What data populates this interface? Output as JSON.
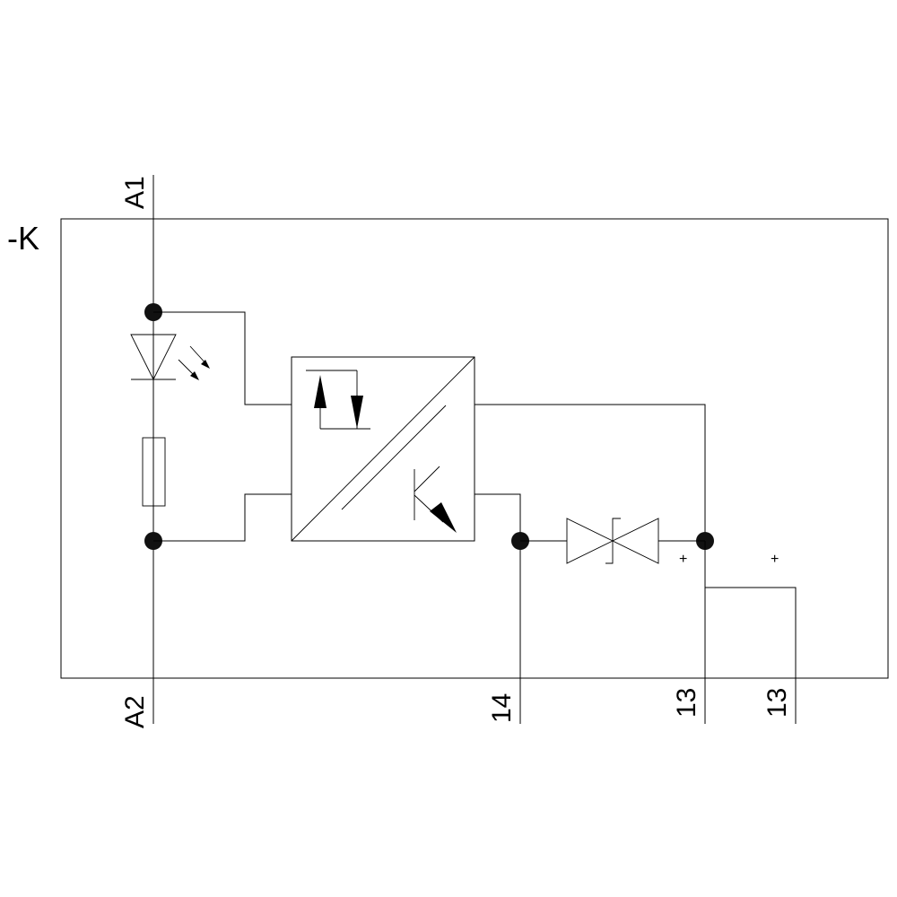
{
  "device_designation": "-K",
  "terminals": {
    "a1": "A1",
    "a2": "A2",
    "t14": "14",
    "t13_left": "13",
    "t13_right": "13"
  },
  "polarity": {
    "plus_left": "+",
    "plus_right": "+"
  },
  "icons": {
    "led": "led-icon",
    "resistor": "resistor-icon",
    "optocoupler": "optocoupler-icon",
    "tvs_diode": "tvs-diode-icon"
  }
}
